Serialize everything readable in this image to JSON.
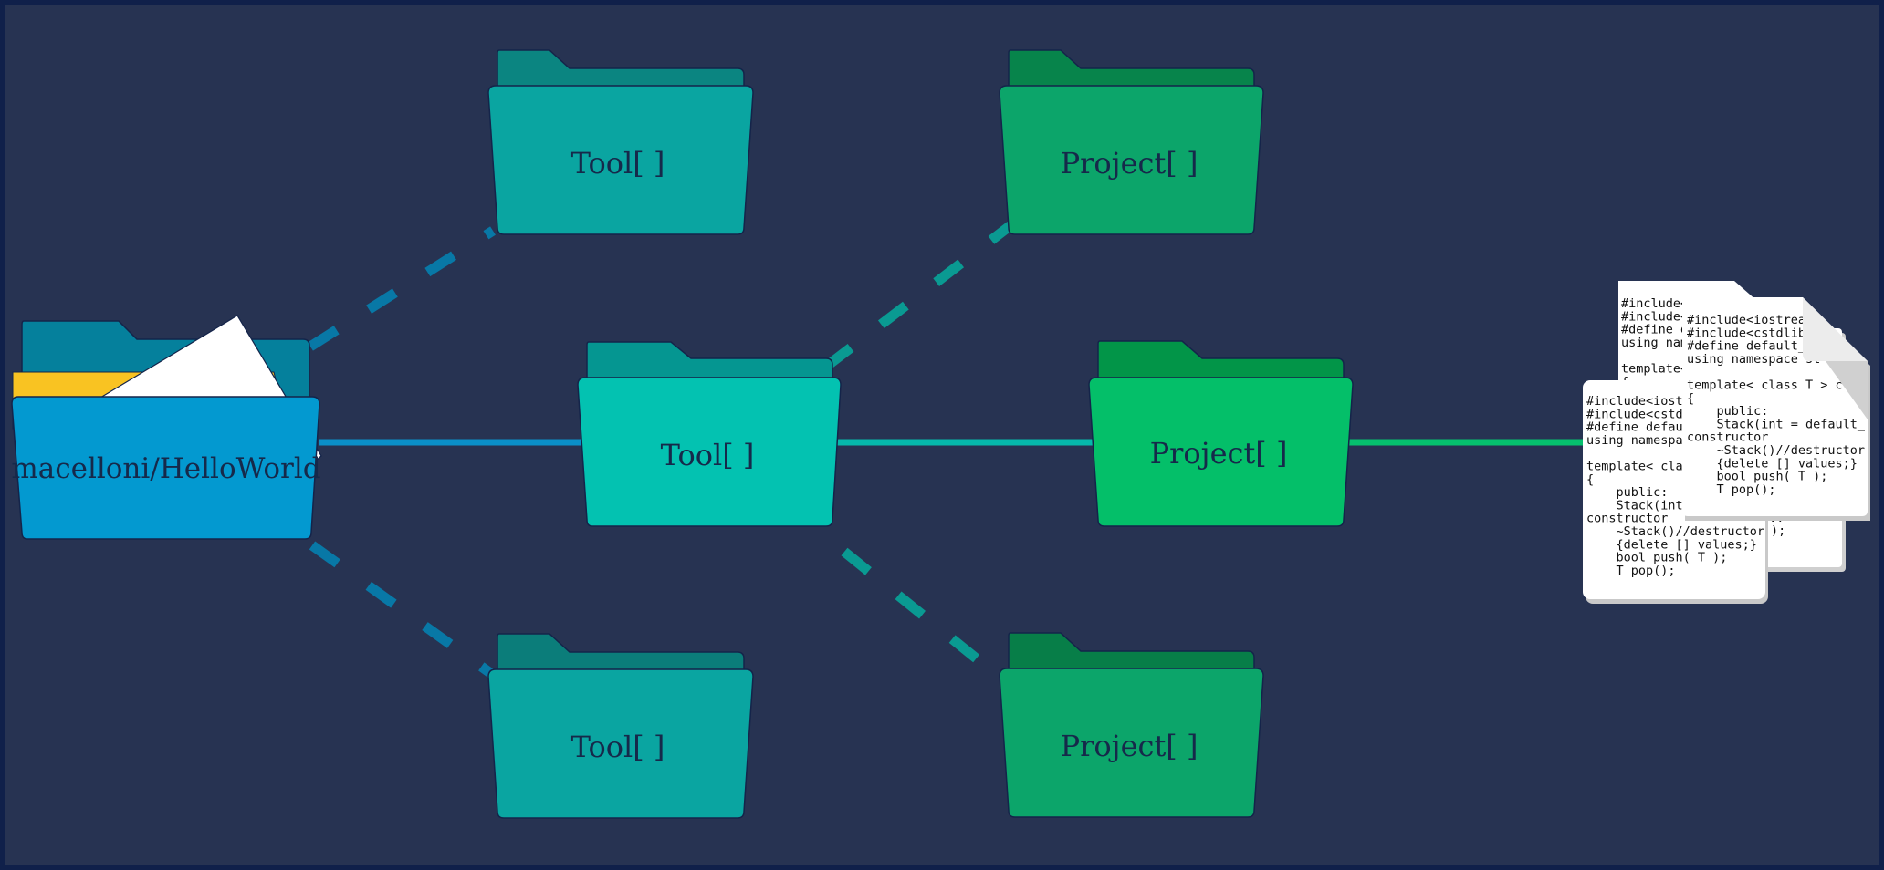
{
  "colors": {
    "background": "#273352",
    "border": "#10204a",
    "root_folder": "#0399d0",
    "root_folder_back": "#05809c",
    "tool_center": "#03c2b1",
    "tool_side": "#0aa5a1",
    "project_center": "#04bf69",
    "project_side": "#0ca56a",
    "line_blue": "#0a8fc8",
    "line_teal": "#06b8ab",
    "line_green": "#06c06e"
  },
  "root": {
    "label": "macelloni/HelloWorld",
    "icon": "folder-with-documents-icon"
  },
  "tools": [
    {
      "label": "Tool[ ]",
      "icon": "folder-icon"
    },
    {
      "label": "Tool[ ]",
      "icon": "folder-icon"
    },
    {
      "label": "Tool[ ]",
      "icon": "folder-icon"
    }
  ],
  "projects": [
    {
      "label": "Project[ ]",
      "icon": "folder-icon"
    },
    {
      "label": "Project[ ]",
      "icon": "folder-icon"
    },
    {
      "label": "Project[ ]",
      "icon": "folder-icon"
    }
  ],
  "code_files": {
    "icon": "code-file-icon",
    "back_lines": [
      "#include<io",
      "#include<c",
      "#define de",
      "using nam",
      "",
      "template<",
      "{"
    ],
    "middle_lines": [
      "#include<iostream>",
      "#include<cstdlib>",
      "#define default_va",
      "using namespace st",
      "",
      "template< class T > cl",
      "{",
      "    public:",
      "    Stack(int = default_",
      "constructor",
      "    ~Stack()//destructor",
      "    {delete [] values;}",
      "    bool push( T );",
      "    T pop();"
    ],
    "front_lines": [
      "#include<iostre",
      "#include<cstdli",
      "#define default",
      "using namespace",
      "",
      "template< class",
      "{",
      "    public:",
      "    Stack(int =",
      "constructor",
      "    ~Stack()//destructor",
      "    {delete [] values;}",
      "    bool push( T );",
      "    T pop();"
    ],
    "peek_lines": [
      "...",
      ");"
    ]
  }
}
